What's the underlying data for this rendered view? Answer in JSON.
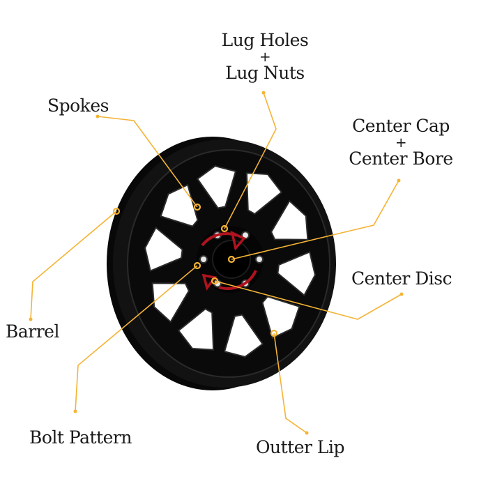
{
  "colors": {
    "leader": "#f5b335",
    "arrow": "#b0131e",
    "wheel": "#0b0b0b",
    "text": "#1a1a1a"
  },
  "labels": {
    "lug": {
      "line1": "Lug Holes",
      "plus": "+",
      "line2": "Lug Nuts"
    },
    "spokes": "Spokes",
    "cap": {
      "line1": "Center Cap",
      "plus": "+",
      "line2": "Center Bore"
    },
    "barrel": "Barrel",
    "disc": "Center Disc",
    "bolt": "Bolt Pattern",
    "lip": "Outter Lip"
  },
  "icons": {
    "rotation": "red-rotation-arrows-icon"
  }
}
